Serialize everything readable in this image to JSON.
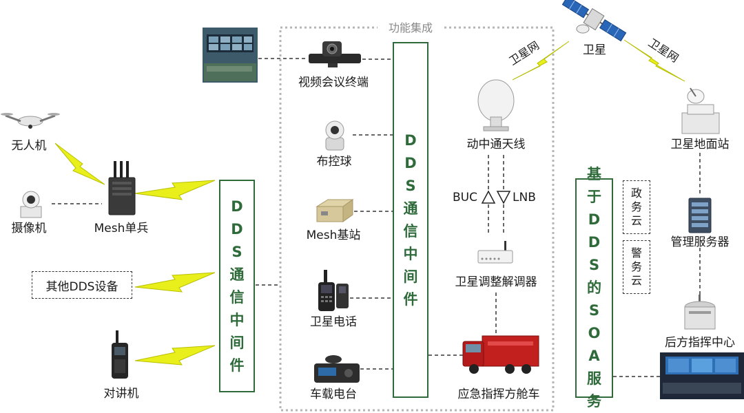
{
  "integration_label": "功能集成",
  "satellite_label": "卫星",
  "satnet_left": "卫星网",
  "satnet_right": "卫星网",
  "middleware_text": "DDS通信中间件",
  "soa_text": "基于DDS的SOA服务",
  "cloud_gov": "政务云",
  "cloud_police": "警务云",
  "left_devices": {
    "drone": "无人机",
    "camera": "摄像机",
    "mesh_soldier": "Mesh单兵",
    "other_dds": "其他DDS设备",
    "walkie": "对讲机"
  },
  "center_devices": {
    "video_conf": "视频会议终端",
    "dome_camera": "布控球",
    "mesh_base": "Mesh基站",
    "sat_phone": "卫星电话",
    "vehicle_radio": "车载电台"
  },
  "right_devices": {
    "antenna": "动中通天线",
    "buc": "BUC",
    "lnb": "LNB",
    "modem": "卫星调整解调器",
    "command_vehicle": "应急指挥方舱车",
    "ground_station": "卫星地面站",
    "mgmt_server": "管理服务器",
    "rear_command": "后方指挥中心"
  },
  "colors": {
    "accent_green": "#2f6b3a",
    "lightning_yellow": "#e8ef1a",
    "dashed_gray": "#b0b0b0"
  }
}
